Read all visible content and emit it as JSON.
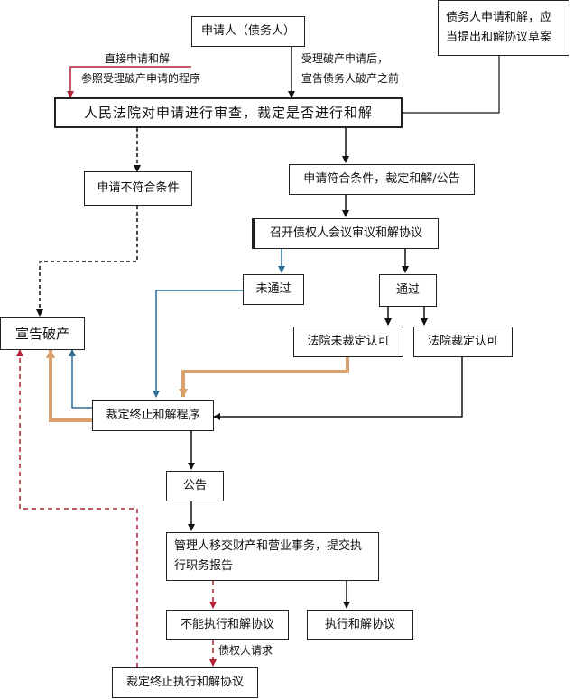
{
  "nodes": {
    "applicant": "申请人（债务人）",
    "draft_note": "债务人申请和解，应当提出和解协议草案",
    "court_review": "人民法院对申请进行审查，裁定是否进行和解",
    "not_qualified": "申请不符合条件",
    "qualified": "申请符合条件，裁定和解/公告",
    "creditors_meeting": "召开债权人会议审议和解协议",
    "not_passed": "未通过",
    "passed": "通过",
    "bankruptcy": "宣告破产",
    "court_not_approved": "法院未裁定认可",
    "court_approved": "法院裁定认可",
    "terminate": "裁定终止和解程序",
    "announce": "公告",
    "handover": "管理人移交财产和营业事务，提交执行职务报告",
    "cannot_execute": "不能执行和解协议",
    "execute": "执行和解协议",
    "terminate_exec": "裁定终止执行和解协议"
  },
  "edge_labels": {
    "direct_1": "直接申请和解",
    "direct_2": "参照受理破产申请的程序",
    "after_1": "受理破产申请后，",
    "after_2": "宣告债务人破产之前",
    "creditor_request": "债权人请求"
  },
  "colors": {
    "black": "#111111",
    "red": "#b22234",
    "blue": "#2e6f97",
    "orange": "#d9a06b"
  }
}
